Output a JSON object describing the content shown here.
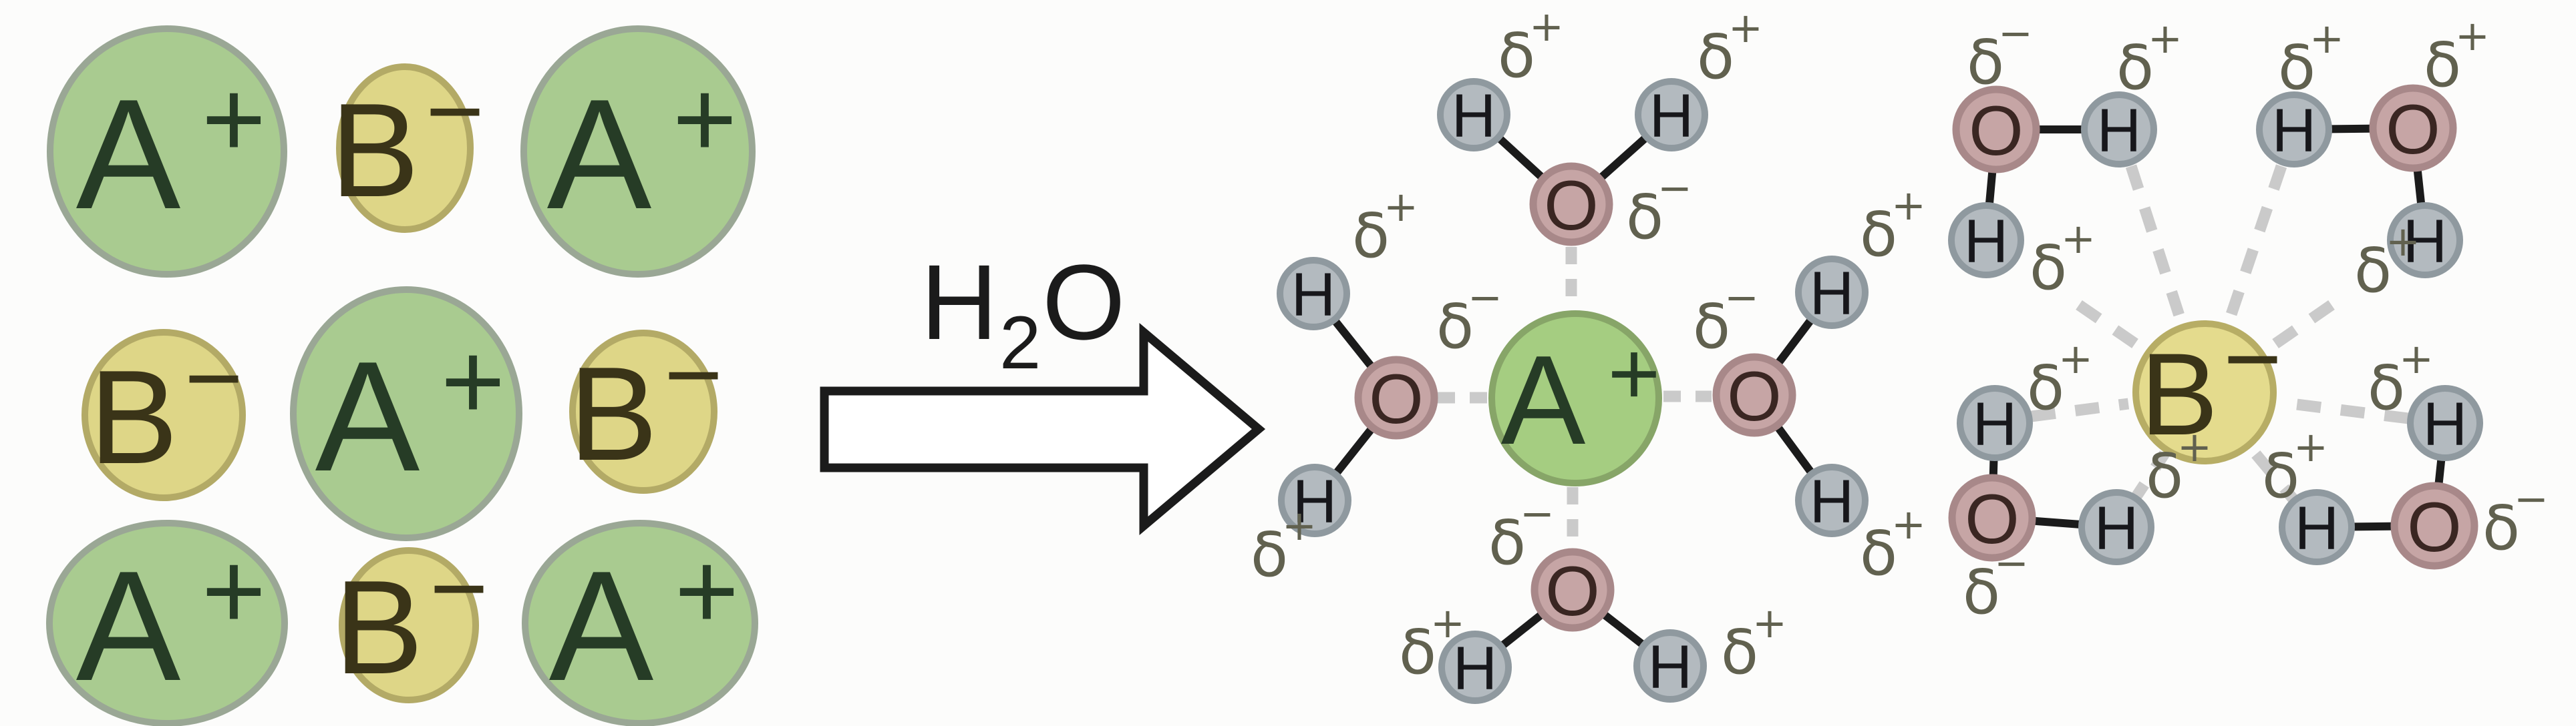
{
  "ions": {
    "cation": {
      "symbol": "A",
      "charge": "+"
    },
    "anion": {
      "symbol": "B",
      "charge": "−"
    }
  },
  "atoms": {
    "oxygen": "O",
    "hydrogen": "H"
  },
  "partial_charges": {
    "delta": "δ",
    "plus": "+",
    "minus": "−"
  },
  "reaction": {
    "formula_h": "H",
    "formula_subscript": "2",
    "formula_o": "O"
  },
  "lattice": {
    "pattern": [
      [
        "A+",
        "B−",
        "A+"
      ],
      [
        "B−",
        "A+",
        "B−"
      ],
      [
        "A+",
        "B−",
        "A+"
      ]
    ]
  },
  "hydration": {
    "cation_waters": 4,
    "anion_waters": 4,
    "cation_contact_atom": "O",
    "anion_contact_atom": "H"
  },
  "colors": {
    "cation_fill": "#a9cb90",
    "cation_hydrated_fill": "#a5cd81",
    "anion_fill": "#ded687",
    "anion_hydrated_fill": "#e4db8d",
    "oxygen_fill": "#c6a5a5",
    "hydrogen_fill": "#b3babf",
    "bond": "#1b1b1b",
    "hydrogen_bond_dash": "#cacaca",
    "partial_charge_text": "#61614f",
    "background": "#fcfcfb"
  }
}
